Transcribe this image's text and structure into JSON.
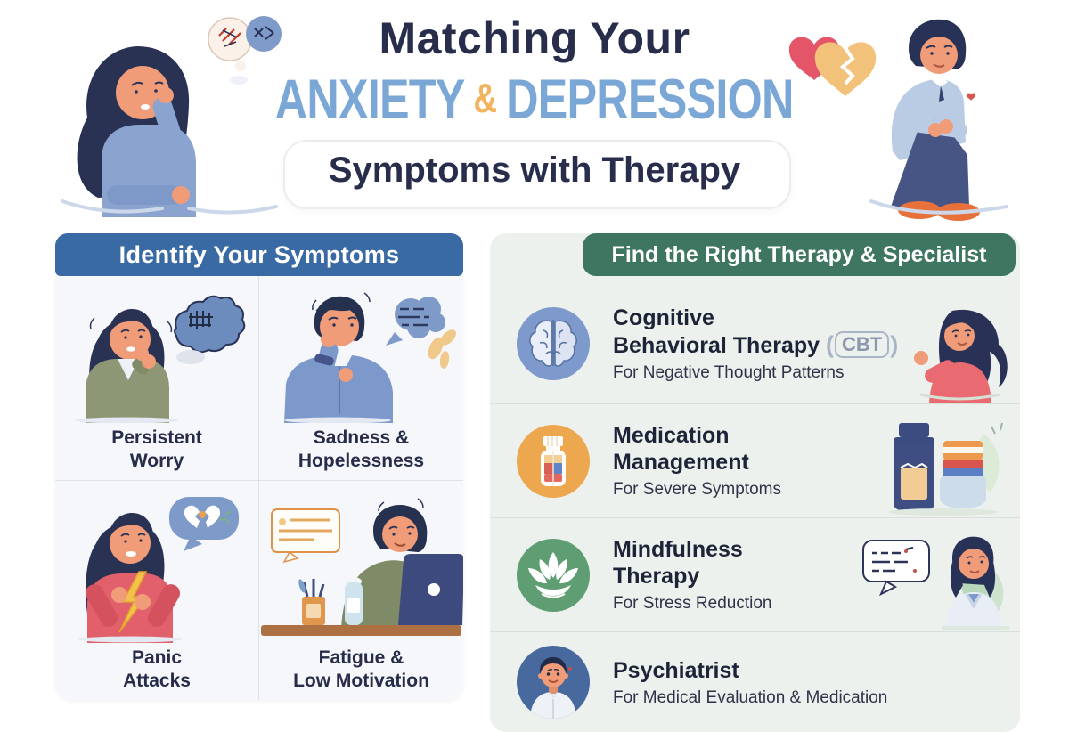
{
  "page": {
    "title_line1": "Matching Your",
    "title_anxiety": "ANXIETY",
    "title_amp": "&",
    "title_depression": "DEPRESSION",
    "title_line3": "Symptoms with Therapy"
  },
  "symptoms_panel": {
    "title": "Identify Your Symptoms",
    "items": [
      {
        "line1": "Persistent",
        "line2": "Worry",
        "illustration": "worried-woman"
      },
      {
        "line1": "Sadness &",
        "line2": "Hopelessness",
        "illustration": "sad-man"
      },
      {
        "line1": "Panic",
        "line2": "Attacks",
        "illustration": "panic-woman"
      },
      {
        "line1": "Fatigue &",
        "line2": "Low Motivation",
        "illustration": "fatigued-man-at-laptop"
      }
    ]
  },
  "therapy_panel": {
    "title": "Find the Right Therapy & Specialist",
    "items": [
      {
        "title_line1": "Cognitive",
        "title_line2": "Behavioral Therapy",
        "badge_open": "(",
        "badge": "CBT",
        "badge_close": ")",
        "subtitle": "For Negative Thought Patterns",
        "icon": "brain-icon",
        "icon_bg": "#7e99cb"
      },
      {
        "title_line1": "Medication",
        "title_line2": "Management",
        "subtitle": "For Severe Symptoms",
        "icon": "pill-bottle-icon",
        "icon_bg": "#eda74e"
      },
      {
        "title_line1": "Mindfulness",
        "title_line2": "Therapy",
        "subtitle": "For Stress Reduction",
        "icon": "lotus-icon",
        "icon_bg": "#5f9d72"
      },
      {
        "title_line1": "Psychiatrist",
        "subtitle": "For Medical Evaluation & Medication",
        "icon": "psychiatrist-avatar-icon",
        "icon_bg": "#47699e"
      }
    ]
  },
  "colors": {
    "navy_text": "#272d4b",
    "title_blue": "#7ba7d7",
    "amp_orange": "#f2b35c",
    "symptoms_banner_blue": "#3a6aa4",
    "therapy_banner_green": "#3f7661",
    "symptoms_panel_bg": "#f5f7fb",
    "therapy_panel_bg": "#edf1ed"
  }
}
